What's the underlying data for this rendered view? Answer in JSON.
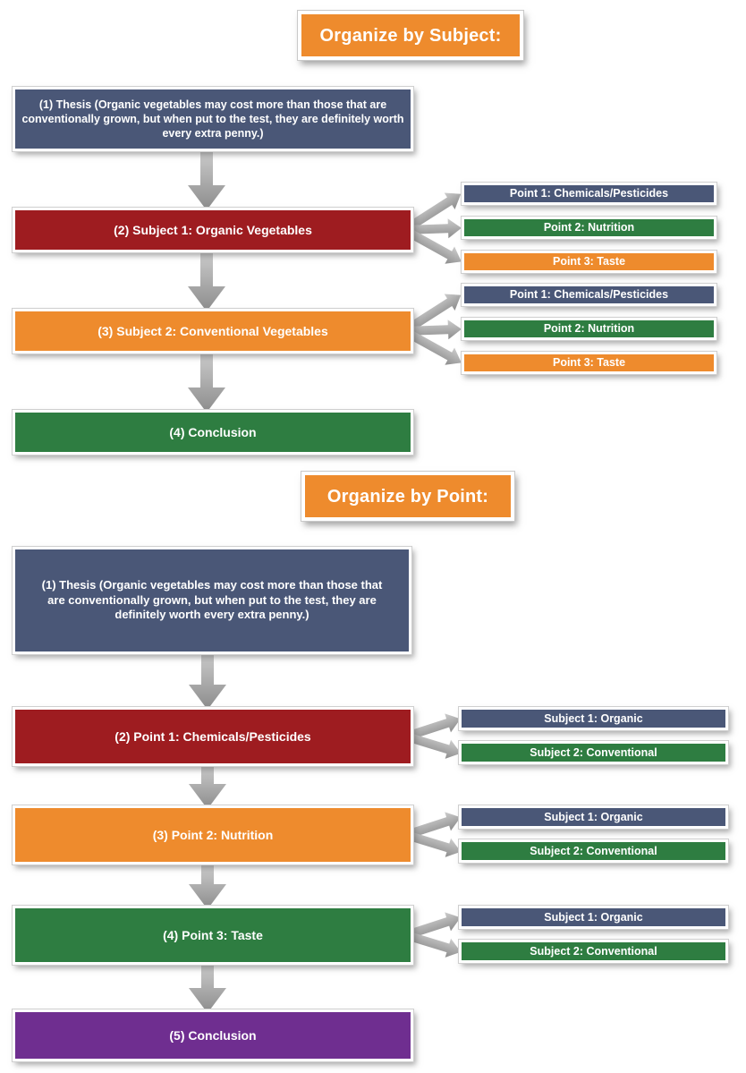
{
  "diagram": {
    "organize_by_subject": {
      "title": "Organize by Subject:",
      "thesis": "(1) Thesis (Organic vegetables may cost more than those that are conventionally grown, but when put to the test, they are definitely worth every extra penny.)",
      "subject1": "(2) Subject 1: Organic Vegetables",
      "subject2": "(3) Subject 2: Conventional Vegetables",
      "points": [
        "Point 1: Chemicals/Pesticides",
        "Point 2: Nutrition",
        "Point 3: Taste"
      ],
      "conclusion": "(4) Conclusion"
    },
    "organize_by_point": {
      "title": "Organize by Point:",
      "thesis": "(1) Thesis (Organic vegetables may cost more than those that are conventionally grown, but when put to the test, they are definitely worth every extra penny.)",
      "point1": "(2) Point 1: Chemicals/Pesticides",
      "point2": "(3) Point 2: Nutrition",
      "point3": "(4) Point 3: Taste",
      "subjects": [
        "Subject 1: Organic",
        "Subject 2: Conventional"
      ],
      "conclusion": "(5) Conclusion"
    },
    "colors": {
      "slate_blue": "#4a5777",
      "dark_red": "#9e1c20",
      "orange": "#ee8b2d",
      "green": "#2e7d41",
      "purple": "#6f2e90",
      "arrow_gray": "#9a9a9a",
      "box_border": "#ffffff",
      "text": "#ffffff"
    }
  }
}
